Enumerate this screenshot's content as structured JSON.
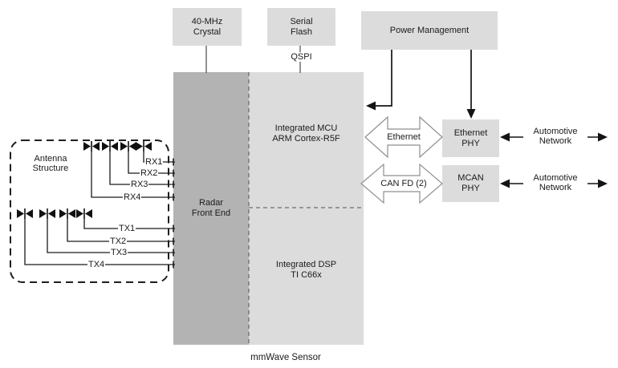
{
  "blocks": {
    "crystal": {
      "label": "40-MHz\nCrystal"
    },
    "serial_flash": {
      "label": "Serial\nFlash"
    },
    "power_management": {
      "label": "Power Management"
    },
    "radar_front_end": {
      "label": "Radar\nFront End"
    },
    "mcu": {
      "label": "Integrated MCU\nARM Cortex-R5F"
    },
    "dsp": {
      "label": "Integrated DSP\nTI C66x"
    },
    "ethernet_phy": {
      "label": "Ethernet\nPHY"
    },
    "mcan_phy": {
      "label": "MCAN\nPHY"
    }
  },
  "antenna": {
    "group_label": "Antenna\nStructure",
    "rx_labels": [
      "RX1",
      "RX2",
      "RX3",
      "RX4"
    ],
    "tx_labels": [
      "TX1",
      "TX2",
      "TX3",
      "TX4"
    ]
  },
  "bus_labels": {
    "qspi": "QSPI",
    "ethernet": "Ethernet",
    "can": "CAN FD (2)"
  },
  "network": {
    "top": "Automotive\nNetwork",
    "bottom": "Automotive\nNetwork"
  },
  "caption": "mmWave Sensor",
  "colors": {
    "block_light": "#dcdcdc",
    "block_dark": "#b3b3b3",
    "line": "#1a1a1a",
    "divider_dash": "#6e6e6e",
    "hollow_arrow_stroke": "#8f8f8f"
  }
}
